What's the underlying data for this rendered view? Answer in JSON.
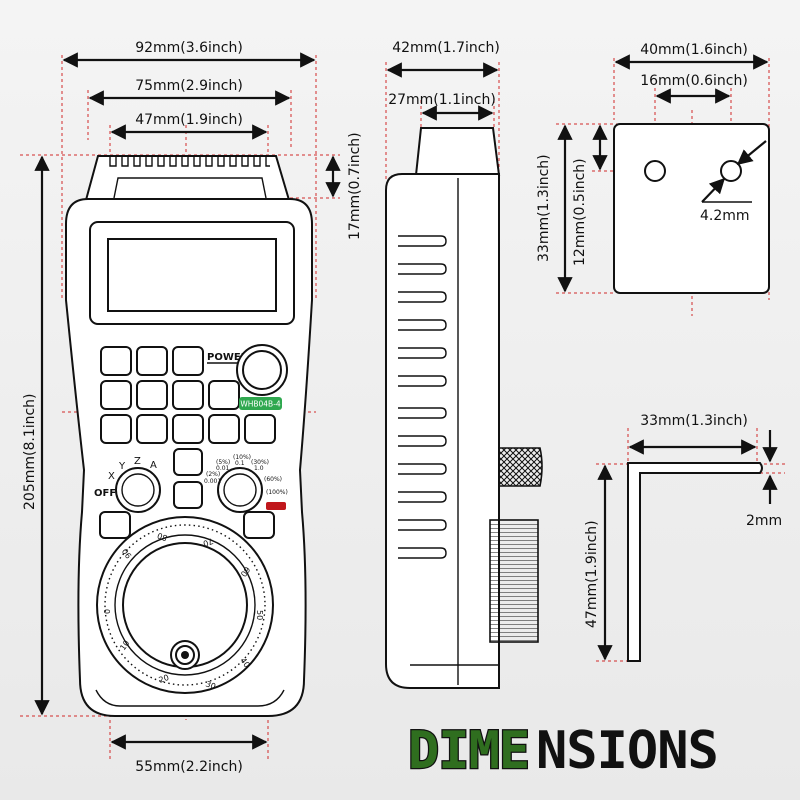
{
  "front": {
    "width_92": "92mm(3.6inch)",
    "width_75": "75mm(2.9inch)",
    "width_47": "47mm(1.9inch)",
    "height_17": "17mm(0.7inch)",
    "height_205": "205mm(8.1inch)",
    "bottom_55": "55mm(2.2inch)",
    "power_label": "POWER",
    "model_badge": "WHB04B-4",
    "axis_labels": [
      "OFF",
      "X",
      "Y",
      "Z",
      "A"
    ],
    "step_labels": [
      "(2%)",
      "0.001",
      "(5%)",
      "0.01",
      "(10%)",
      "0.1",
      "(30%)",
      "1.0",
      "(60%)",
      "(100%)"
    ],
    "wheel_numbers": [
      "0",
      "10",
      "20",
      "30",
      "40",
      "50",
      "60",
      "70",
      "80",
      "90"
    ],
    "colors": {
      "badge": "#2fa84f",
      "red_button": "#c0171c"
    }
  },
  "side": {
    "width_42": "42mm(1.7inch)",
    "width_27": "27mm(1.1inch)"
  },
  "bracket_top": {
    "width_40": "40mm(1.6inch)",
    "spacing_16": "16mm(0.6inch)",
    "height_33": "33mm(1.3inch)",
    "height_12": "12mm(0.5inch)",
    "hole": "4.2mm"
  },
  "bracket_side": {
    "width_33": "33mm(1.3inch)",
    "thickness": "2mm",
    "height_47": "47mm(1.9inch)"
  },
  "banner": {
    "part1": "DIME",
    "part2": "NSIONS",
    "colors": {
      "part1_fill": "#2f6e1f",
      "part2_fill": "#111111",
      "outline": "#111111"
    }
  }
}
